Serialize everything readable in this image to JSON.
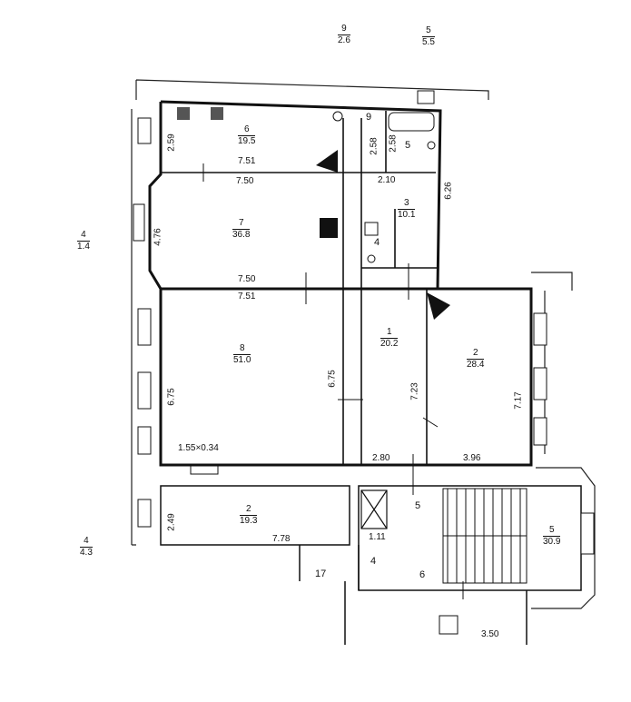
{
  "rooms": [
    {
      "id": "room-9-outside",
      "number": "9",
      "area": "2.6"
    },
    {
      "id": "room-5-outside",
      "number": "5",
      "area": "5.5"
    },
    {
      "id": "room-6",
      "number": "6",
      "area": "19.5"
    },
    {
      "id": "room-7",
      "number": "7",
      "area": "36.8"
    },
    {
      "id": "room-3",
      "number": "3",
      "area": "10.1"
    },
    {
      "id": "room-8",
      "number": "8",
      "area": "51.0"
    },
    {
      "id": "room-1",
      "number": "1",
      "area": "20.2"
    },
    {
      "id": "room-2",
      "number": "2",
      "area": "28.4"
    },
    {
      "id": "room-2-lower",
      "number": "2",
      "area": "19.3"
    },
    {
      "id": "room-5-stair",
      "number": "5",
      "area": "30.9"
    },
    {
      "id": "outside-4-upper",
      "number": "4",
      "area": "1.4"
    },
    {
      "id": "outside-4-lower",
      "number": "4",
      "area": "4.3"
    }
  ],
  "labels": {
    "l9": "9",
    "l5a": "5",
    "l4a": "4",
    "l5b": "5",
    "l4b": "4",
    "l6": "6",
    "l17": "17"
  },
  "dims": {
    "d751a": "7.51",
    "d750a": "7.50",
    "d750b": "7.50",
    "d751b": "7.51",
    "d210": "2.10",
    "d280": "2.80",
    "d396": "3.96",
    "d778": "7.78",
    "d111": "1.11",
    "d350": "3.50",
    "d155": "1.55×0.34",
    "v259": "2.59",
    "v258a": "2.58",
    "v258b": "2.58",
    "v626": "6.26",
    "v476": "4.76",
    "v675a": "6.75",
    "v675b": "6.75",
    "v723": "7.23",
    "v717": "7.17",
    "v249": "2.49"
  }
}
